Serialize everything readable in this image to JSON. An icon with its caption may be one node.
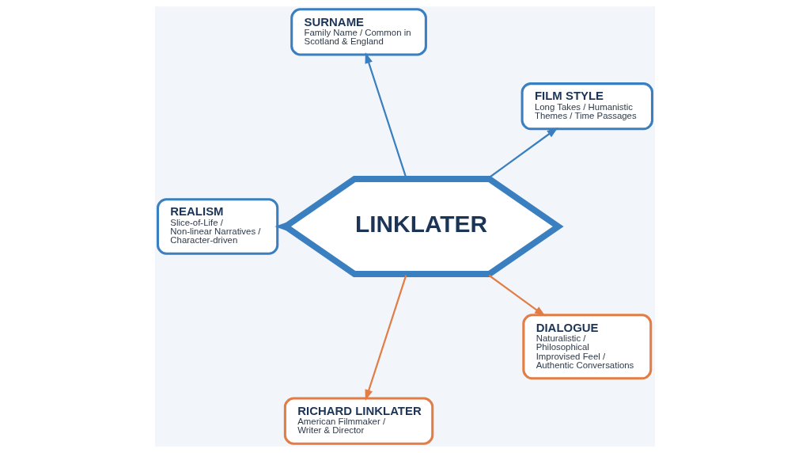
{
  "diagram": {
    "nodes": [
      {
        "text": [
          "SURNAME",
          "Family Name / Common in Scotland & England"
        ]
      },
      {
        "text": [
          "FILM STYLE",
          "Long Takes / Humanistic Themes / Time Passages"
        ]
      },
      {
        "text": [
          "REALISM",
          "Slice-of-Life / Non-linear Narratives / Character-driven"
        ]
      },
      {
        "text": [
          "LINKLATER"
        ]
      },
      {
        "text": [
          "DIALOGUE",
          "Naturalistic / Philosophical Improvised Feel / Authentic Conversations"
        ]
      },
      {
        "text": [
          "RICHARD LINKLATER",
          "American Filmmaker / Writer & Director"
        ]
      }
    ],
    "edges": [
      {
        "from": 3,
        "to": 0,
        "arrow": "to"
      },
      {
        "from": 3,
        "to": 1,
        "arrow": "to"
      },
      {
        "from": 3,
        "to": 4,
        "arrow": "to",
        "color": "#e27d46"
      },
      {
        "from": 3,
        "to": 5,
        "arrow": "to",
        "color": "#e27d46"
      },
      {
        "from": 3,
        "to": 2,
        "arrow": "to"
      }
    ]
  }
}
